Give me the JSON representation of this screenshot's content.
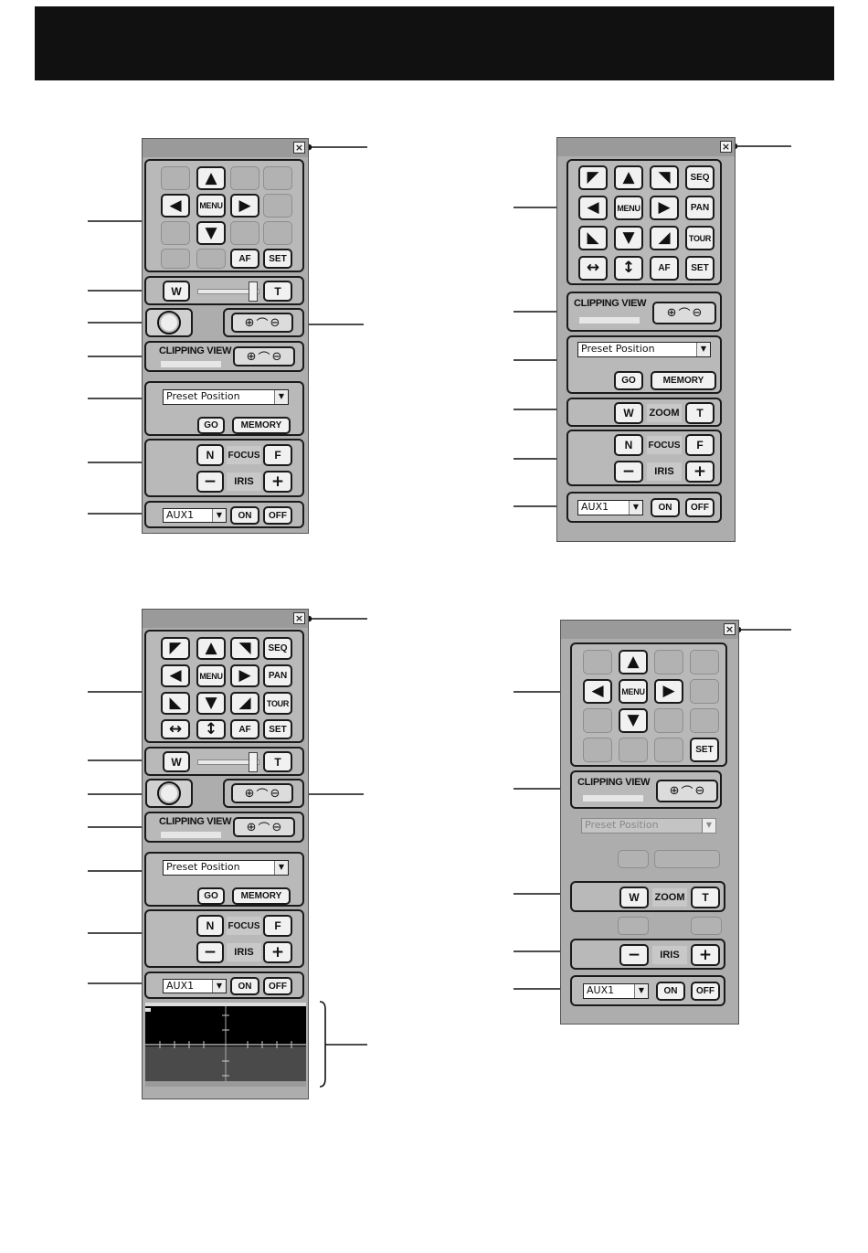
{
  "icons": {
    "close": "close-icon",
    "up": "▲",
    "down": "▼",
    "left": "◀",
    "right": "▶",
    "ul": "◤",
    "ur": "◥",
    "dl": "◣",
    "dr": "◢",
    "horiz": "↔",
    "vert": "↕",
    "zoom_in": "⊕",
    "zoom_out": "⊖",
    "arc": "⌒"
  },
  "labels": {
    "menu": "MENU",
    "af": "AF",
    "set": "SET",
    "seq": "SEQ",
    "pan": "PAN",
    "tour": "TOUR",
    "w": "W",
    "t": "T",
    "zoom": "ZOOM",
    "clipping_view": "CLIPPING VIEW",
    "preset_position": "Preset Position",
    "go": "GO",
    "memory": "MEMORY",
    "n": "N",
    "focus": "FOCUS",
    "f": "F",
    "minus": "−",
    "iris": "IRIS",
    "plus": "+",
    "aux1": "AUX1",
    "on": "ON",
    "off": "OFF"
  }
}
